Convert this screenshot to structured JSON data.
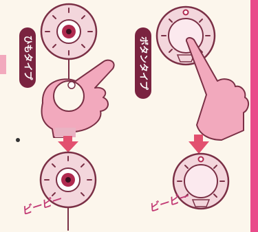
{
  "left_panel": {
    "type_label": "ひもタイプ",
    "beep_sound": "ビービー"
  },
  "right_panel": {
    "type_label": "ボタンタイプ",
    "beep_sound": "ビービー"
  },
  "colors": {
    "background": "#fcf6ec",
    "alarm_fill": "#f3d6dc",
    "alarm_stroke": "#7a2f45",
    "hand_fill": "#f2a9bd",
    "arrow": "#e2506f",
    "tag_fill": "#7a2340",
    "beep": "#c23a74",
    "edge_bar": "#e94b8a"
  }
}
